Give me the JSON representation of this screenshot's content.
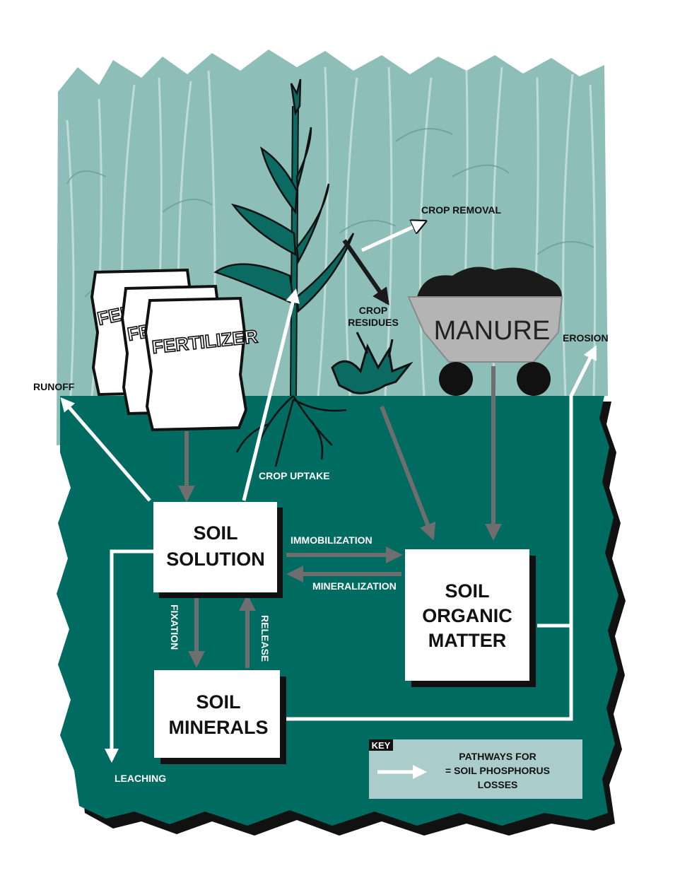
{
  "colors": {
    "soil": "#006b61",
    "soil_shadow": "#111111",
    "crop_field": "#8dbfb8",
    "crop_field_light": "#a9d1cc",
    "plant": "#0b6b62",
    "internal_arrow": "#6e6e6e",
    "loss_arrow": "#ffffff",
    "manure_cart": "#b4b4b4",
    "key_box": "#aacdcb"
  },
  "icons": [
    "corn-plant-icon",
    "fertilizer-bag-icon",
    "crop-residue-icon",
    "manure-cart-icon",
    "key-arrow-icon"
  ],
  "labels": {
    "crop_removal": "CROP REMOVAL",
    "crop_residues_line1": "CROP",
    "crop_residues_line2": "RESIDUES",
    "manure": "MANURE",
    "erosion": "EROSION",
    "runoff": "RUNOFF",
    "fertilizer": "FERTILIZER",
    "crop_uptake": "CROP UPTAKE",
    "immobilization": "IMMOBILIZATION",
    "mineralization": "MINERALIZATION",
    "fixation": "FIXATION",
    "release": "RELEASE",
    "leaching": "LEACHING"
  },
  "boxes": {
    "soil_solution": [
      "SOIL",
      "SOLUTION"
    ],
    "soil_organic_matter": [
      "SOIL",
      "ORGANIC",
      "MATTER"
    ],
    "soil_minerals": [
      "SOIL",
      "MINERALS"
    ]
  },
  "key": {
    "tag": "KEY",
    "line1": "PATHWAYS FOR",
    "line2": "= SOIL PHOSPHORUS",
    "line3": "LOSSES"
  }
}
